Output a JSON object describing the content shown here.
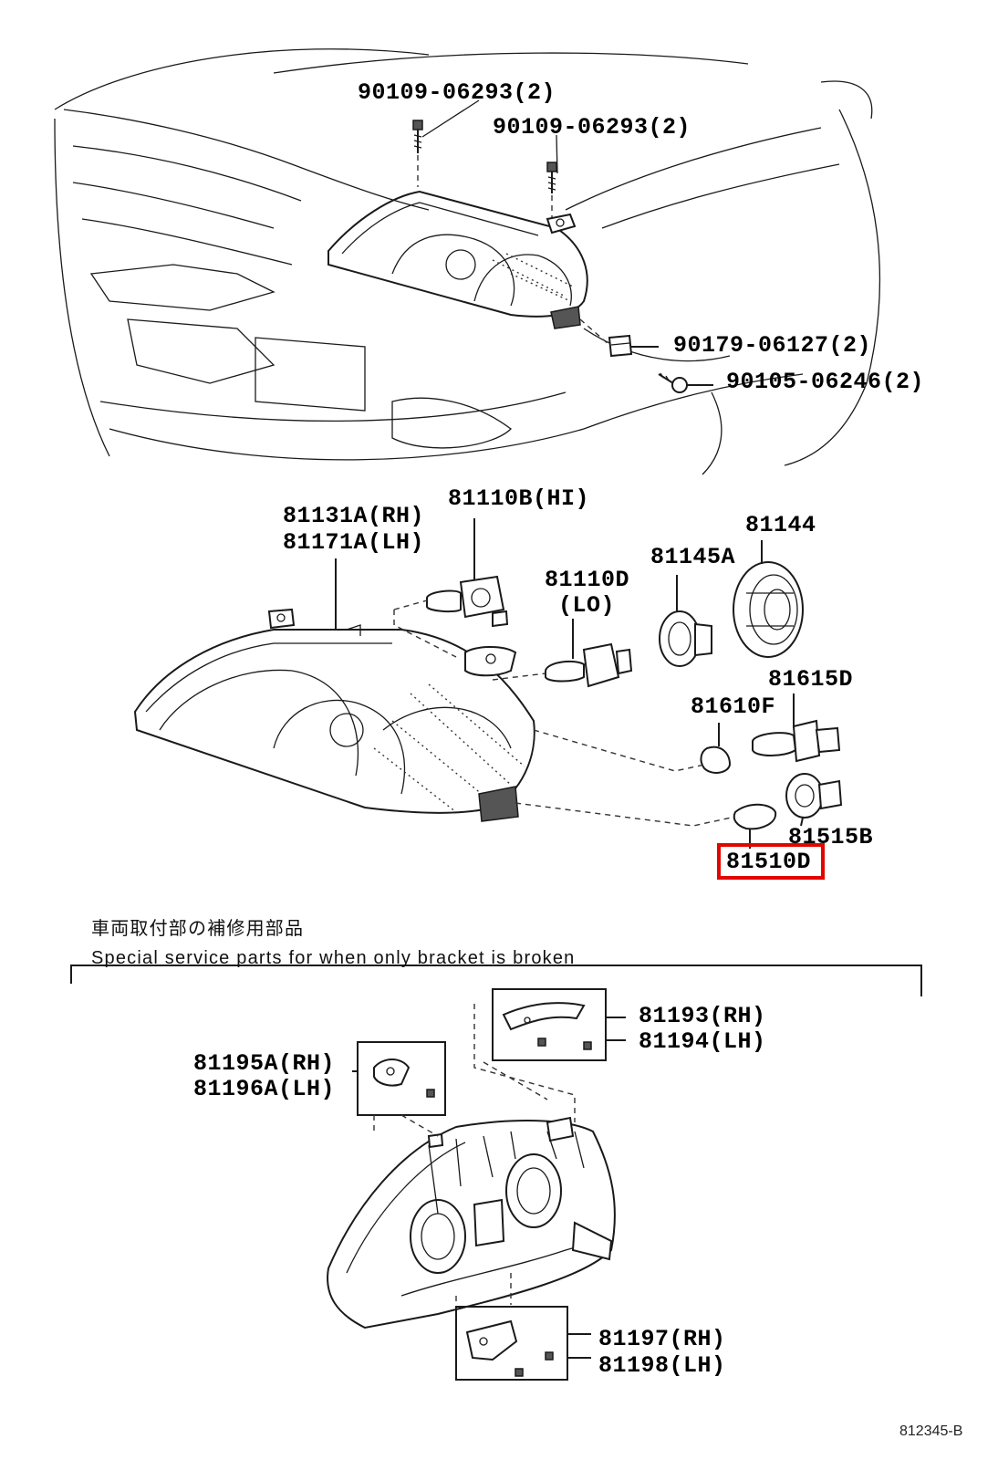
{
  "diagram": {
    "callouts": {
      "bolt_1": "90109-06293(2)",
      "bolt_2": "90109-06293(2)",
      "nut": "90179-06127(2)",
      "screw": "90105-06246(2)",
      "unit_rh": "81131A(RH)",
      "unit_lh": "81171A(LH)",
      "bulb_hi": "81110B(HI)",
      "bulb_lo_num": "81110D",
      "bulb_lo_tag": "(LO)",
      "socket_81145a": "81145A",
      "cover_81144": "81144",
      "socket_81615d": "81615D",
      "bulb_81610f": "81610F",
      "socket_81515b": "81515B",
      "bulb_81510d": "81510D",
      "bracket_81195a": "81195A(RH)",
      "bracket_81196a": "81196A(LH)",
      "bracket_81193": "81193(RH)",
      "bracket_81194": "81194(LH)",
      "bracket_81197": "81197(RH)",
      "bracket_81198": "81198(LH)"
    },
    "note_japanese": "車両取付部の補修用部品",
    "note_english": "Special service parts for when only bracket is broken",
    "figure_id": "812345-B",
    "highlight_color": "#e10600"
  }
}
